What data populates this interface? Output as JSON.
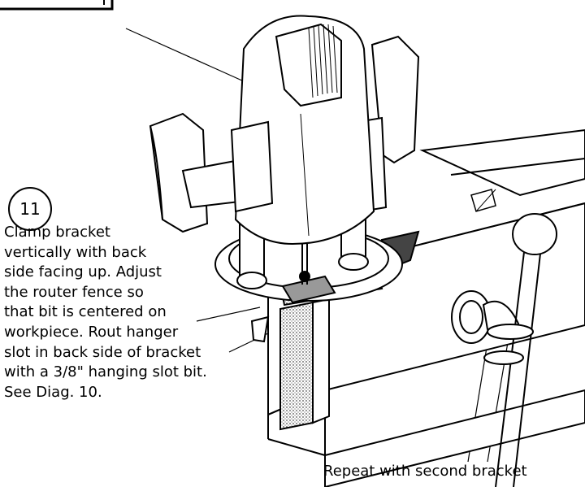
{
  "step": {
    "number": "11",
    "lines": [
      "Clamp bracket",
      "vertically with back",
      "side facing up. Adjust",
      "the router fence so",
      "that bit is centered on",
      "workpiece.  Rout hanger",
      "slot in back side of bracket",
      "with a 3/8\" hanging slot bit.",
      "See Diag. 10."
    ]
  },
  "caption": "Repeat with second bracket"
}
